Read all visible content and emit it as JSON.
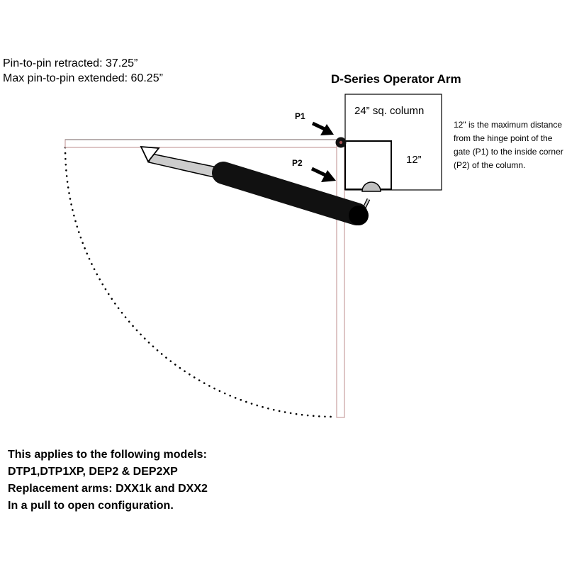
{
  "specs": {
    "retracted": "Pin-to-pin retracted: 37.25”",
    "extended": "Max pin-to-pin extended: 60.25”"
  },
  "diagram": {
    "title": "D-Series Operator Arm",
    "column_label": "24” sq. column",
    "inner_label": "12”",
    "p1_label": "P1",
    "p2_label": "P2"
  },
  "note": {
    "lines": [
      "12\" is the maximum distance",
      "from the hinge point of the",
      "gate (P1) to the inside corner",
      "(P2) of the column."
    ]
  },
  "models": {
    "lines": [
      "This applies to the following models:",
      "DTP1,DTP1XP, DEP2 & DEP2XP",
      "Replacement arms: DXX1k and DXX2",
      "In a pull to open configuration."
    ]
  },
  "colors": {
    "gate_outline": "#c8a0a0",
    "arm_body": "#111111",
    "rod_fill": "#cccccc",
    "bracket_fill": "#bfbfbf"
  }
}
